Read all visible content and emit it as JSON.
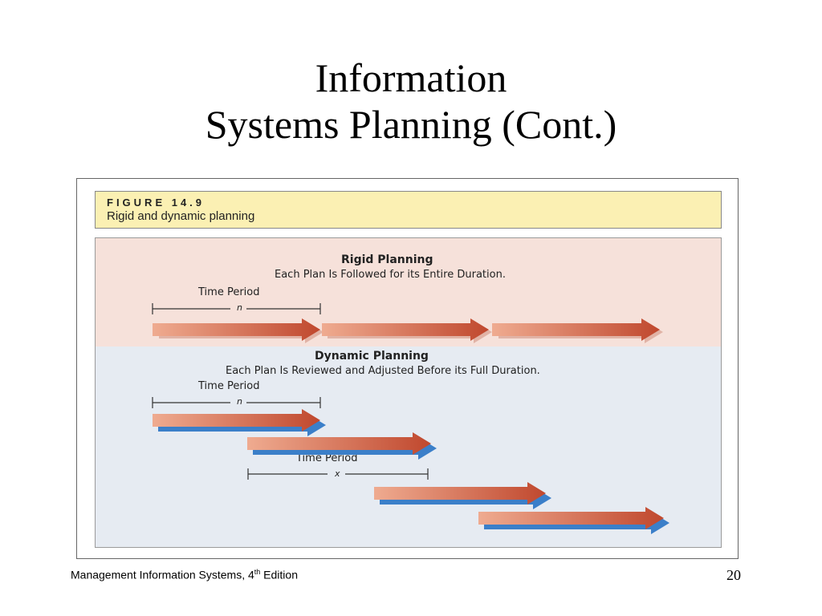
{
  "title": {
    "line1": "Information",
    "line2": "Systems Planning (Cont.)"
  },
  "figure": {
    "label": "FIGURE 14.9",
    "caption": "Rigid and dynamic planning",
    "rigid": {
      "heading": "Rigid Planning",
      "subtitle": "Each Plan Is Followed for its Entire Duration.",
      "time_period_label": "Time Period",
      "period_var": "n"
    },
    "dynamic": {
      "heading": "Dynamic Planning",
      "subtitle": "Each Plan Is Reviewed and Adjusted Before its Full Duration.",
      "time_period_label": "Time Period",
      "period_var": "n",
      "time_period_label_2": "Time Period",
      "period_var_2": "x"
    },
    "colors": {
      "arrow_start": "#efab90",
      "arrow_end": "#c0482e",
      "shadow_blue": "#3b7fc9"
    }
  },
  "footer": {
    "book_prefix": "Management Information Systems, 4",
    "book_sup": "th",
    "book_suffix": " Edition",
    "page_number": "20"
  }
}
